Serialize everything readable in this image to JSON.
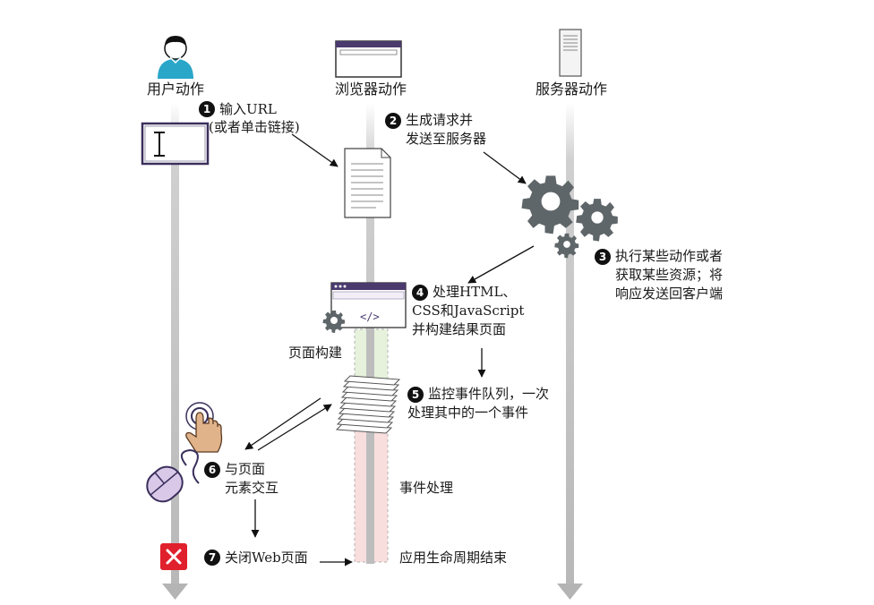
{
  "columns": {
    "user": "用户动作",
    "browser": "浏览器动作",
    "server": "服务器动作"
  },
  "steps": [
    {
      "num": "1",
      "lines": [
        "输入URL",
        "(或者单击链接)"
      ]
    },
    {
      "num": "2",
      "lines": [
        "生成请求并",
        "发送至服务器"
      ]
    },
    {
      "num": "3",
      "lines": [
        "执行某些动作或者",
        "获取某些资源；将",
        "响应发送回客户端"
      ]
    },
    {
      "num": "4",
      "lines": [
        "处理HTML、",
        "CSS和JavaScript",
        "并构建结果页面"
      ]
    },
    {
      "num": "5",
      "lines": [
        "监控事件队列，一次",
        "处理其中的一个事件"
      ]
    },
    {
      "num": "6",
      "lines": [
        "与页面",
        "元素交互"
      ]
    },
    {
      "num": "7",
      "lines": [
        "关闭Web页面"
      ]
    }
  ],
  "labels": {
    "page_build": "页面构建",
    "event_handling": "事件处理",
    "lifecycle_end": "应用生命周期结束"
  },
  "icons": {
    "user": "user-avatar-icon",
    "browser": "browser-window-icon",
    "server": "server-tower-icon",
    "text_input": "text-cursor-input-icon",
    "document": "document-icon",
    "gears": "gears-icon",
    "page_gear": "gear-icon",
    "event_queue": "stacked-pages-icon",
    "hand": "touch-hand-icon",
    "mouse": "mouse-icon",
    "close": "close-icon"
  },
  "colors": {
    "timeline": "#c8c8c8",
    "accent_purple": "#4a3a6e",
    "user_skin": "#2aa6c9",
    "gear": "#5f6669",
    "build_zone": "#e6f2dc",
    "event_zone": "#f9dede",
    "close_red": "#e0202c"
  }
}
